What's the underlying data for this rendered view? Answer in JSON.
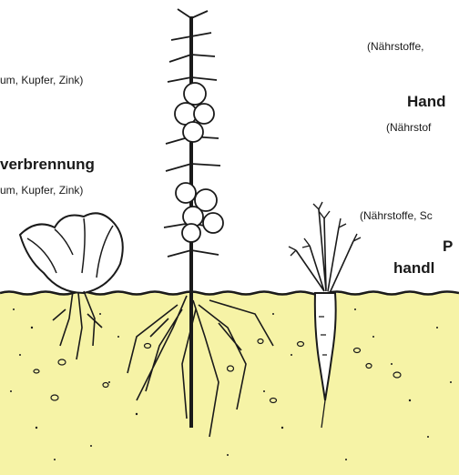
{
  "labels": {
    "top_right_small": "(Nährstoffe,",
    "left_small_1": "um, Kupfer, Zink)",
    "right_heading_1": "Hand",
    "right_small_1": "(Nährstof",
    "left_heading": "verbrennung",
    "left_small_2": "um, Kupfer, Zink)",
    "right_small_2": "(Nährstoffe, Sc",
    "right_heading_2a": "P",
    "right_heading_2b": "handl"
  },
  "colors": {
    "soil": "#f6f3a6",
    "ink": "#1a1a1a",
    "background": "#ffffff"
  },
  "plants": [
    {
      "name": "cabbage",
      "icon": "cabbage-plant"
    },
    {
      "name": "tomato",
      "icon": "tomato-plant"
    },
    {
      "name": "carrot",
      "icon": "carrot-plant"
    }
  ]
}
